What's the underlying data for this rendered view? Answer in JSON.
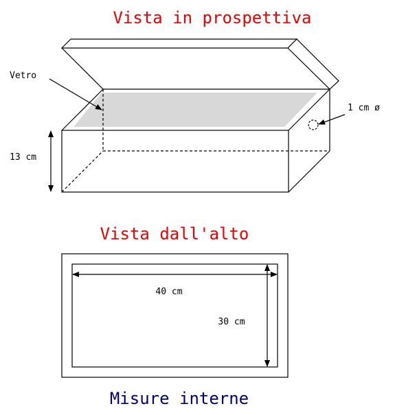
{
  "titles": {
    "perspective": "Vista in prospettiva",
    "top_view": "Vista dall'alto",
    "internal_measures": "Misure interne"
  },
  "labels": {
    "glass": "Vetro",
    "height": "13 cm",
    "hole": "1 cm ø",
    "length": "40 cm",
    "width": "30 cm"
  },
  "colors": {
    "title_red": "#ee0000",
    "title_navy": "#000080",
    "line": "#000000",
    "glass_fill": "#d8d8d8"
  }
}
